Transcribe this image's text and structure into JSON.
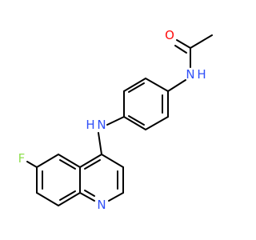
{
  "molecule": {
    "atoms": {
      "O": {
        "symbol": "O",
        "color": "#ff0d0d"
      },
      "N_amide": {
        "symbol": "N",
        "color": "#3050f8"
      },
      "H_amide": {
        "symbol": "H",
        "color": "#3050f8"
      },
      "N_amine": {
        "symbol": "N",
        "color": "#3050f8"
      },
      "H_amine": {
        "symbol": "H",
        "color": "#3050f8"
      },
      "F": {
        "symbol": "F",
        "color": "#90e050"
      },
      "N_ring": {
        "symbol": "N",
        "color": "#3050f8"
      }
    },
    "bond_color": "#000000"
  }
}
